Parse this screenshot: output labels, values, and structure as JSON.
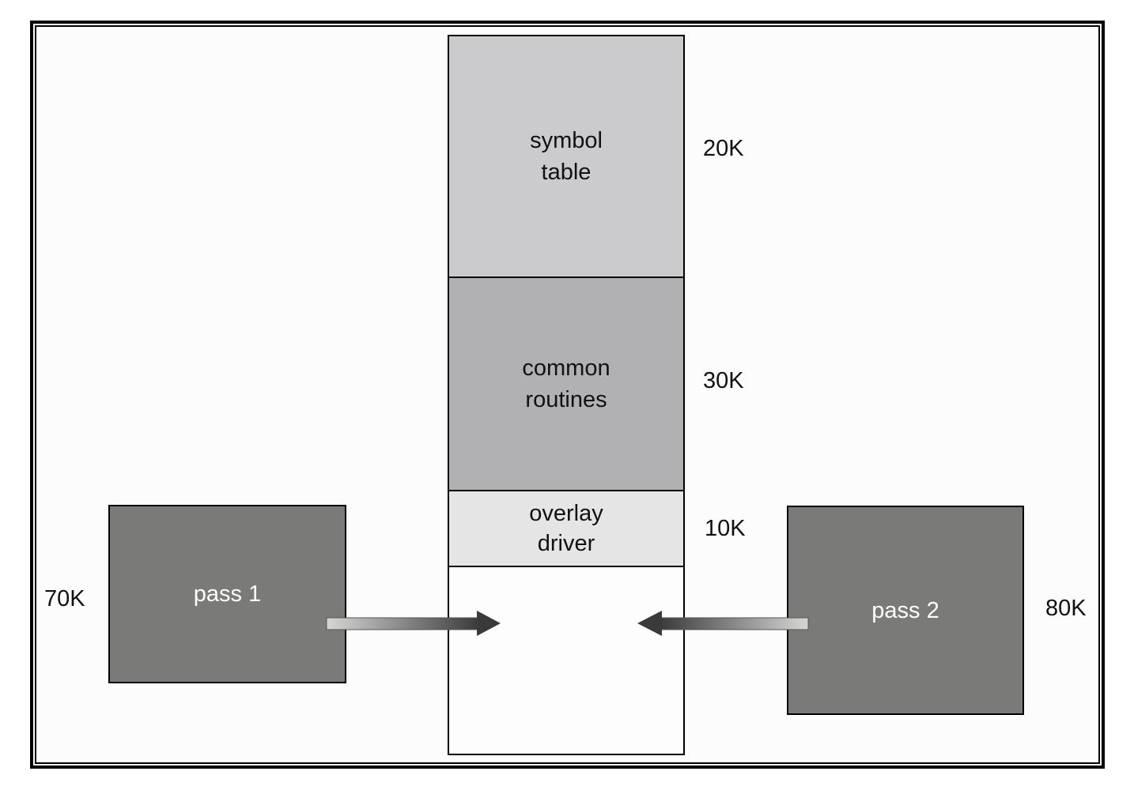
{
  "memory": {
    "symbol_table": {
      "label": "symbol\ntable",
      "size": "20K"
    },
    "common_routines": {
      "label": "common\nroutines",
      "size": "30K"
    },
    "overlay_driver": {
      "label": "overlay\ndriver",
      "size": "10K"
    }
  },
  "passes": {
    "pass1": {
      "label": "pass 1",
      "size": "70K"
    },
    "pass2": {
      "label": "pass 2",
      "size": "80K"
    }
  },
  "colors": {
    "symbol_table": "#cbcacd",
    "common_routines": "#b1b0b2",
    "overlay_driver": "#e5e5e6",
    "pass_box": "#7a7b79"
  }
}
